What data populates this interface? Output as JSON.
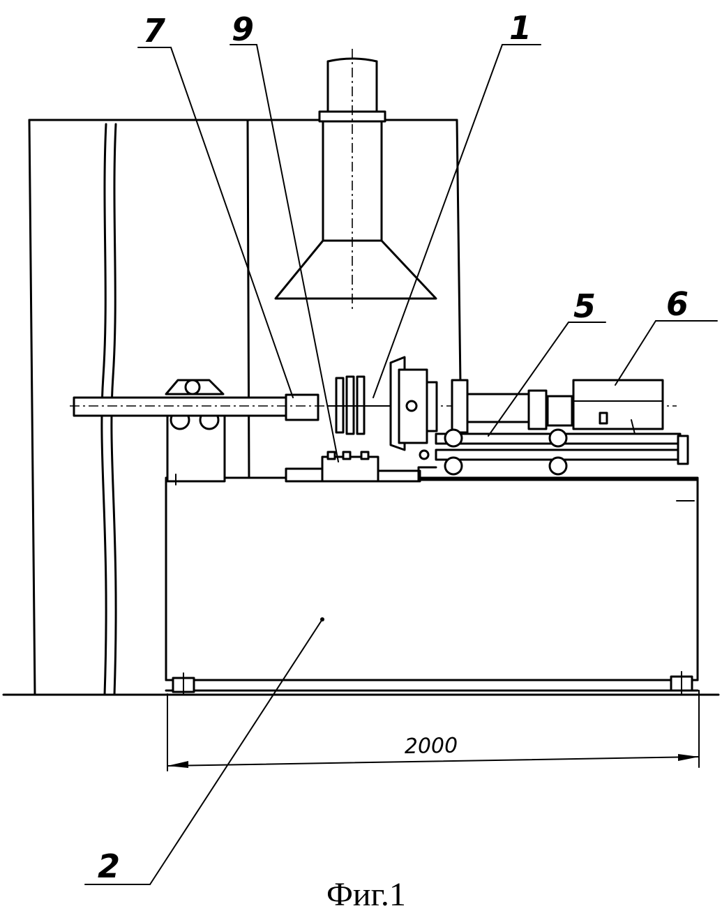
{
  "labels": {
    "l7": "7",
    "l9": "9",
    "l1": "1",
    "l5": "5",
    "l6": "6",
    "l2": "2"
  },
  "dimension": "2000",
  "caption": "Фиг.1"
}
